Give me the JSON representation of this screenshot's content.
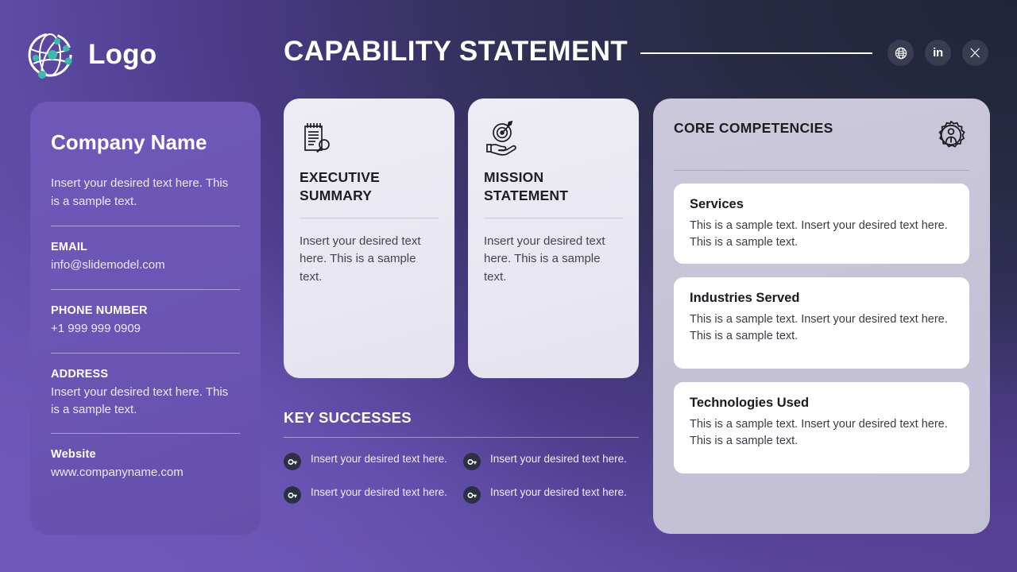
{
  "header": {
    "logo_text": "Logo",
    "logo_icon": "globe-network-icon",
    "title": "CAPABILITY STATEMENT",
    "socials": [
      {
        "name": "website-globe-icon",
        "label": ""
      },
      {
        "name": "linkedin-icon",
        "label": "in"
      },
      {
        "name": "x-twitter-icon",
        "label": ""
      }
    ]
  },
  "sidebar": {
    "company_name": "Company Name",
    "company_desc": "Insert your desired text here. This is a sample text.",
    "fields": [
      {
        "label": "EMAIL",
        "value": "info@slidemodel.com"
      },
      {
        "label": "PHONE NUMBER",
        "value": "+1 999 999 0909"
      },
      {
        "label": "ADDRESS",
        "value": "Insert your desired text here. This is a sample text."
      },
      {
        "label": "Website",
        "value": "www.companyname.com"
      }
    ]
  },
  "cards": [
    {
      "icon": "notepad-search-icon",
      "title": "EXECUTIVE SUMMARY",
      "text": "Insert your desired text here. This is a sample text."
    },
    {
      "icon": "hand-target-icon",
      "title": "MISSION STATEMENT",
      "text": "Insert your desired text here. This is a sample text."
    }
  ],
  "key_successes": {
    "title": "KEY SUCCESSES",
    "items": [
      {
        "icon": "key-icon",
        "text": "Insert your desired text here."
      },
      {
        "icon": "key-icon",
        "text": "Insert your desired text here."
      },
      {
        "icon": "key-icon",
        "text": "Insert your desired text here."
      },
      {
        "icon": "key-icon",
        "text": "Insert your desired text here."
      }
    ]
  },
  "core_competencies": {
    "title": "CORE COMPETENCIES",
    "icon": "gear-person-icon",
    "items": [
      {
        "title": "Services",
        "text": "This is a sample text. Insert your desired text here. This is a sample text."
      },
      {
        "title": "Industries Served",
        "text": "This is a sample text. Insert your desired text here. This is a sample text."
      },
      {
        "title": "Technologies Used",
        "text": "This is a sample text. Insert your desired text here. This is a sample text."
      }
    ]
  },
  "colors": {
    "accent_purple": "#6a56b5",
    "dark_navy": "#22273a",
    "teal": "#3fb8ac",
    "card_bg": "#ebe9f2",
    "panel_bg": "#c7c3d7"
  }
}
